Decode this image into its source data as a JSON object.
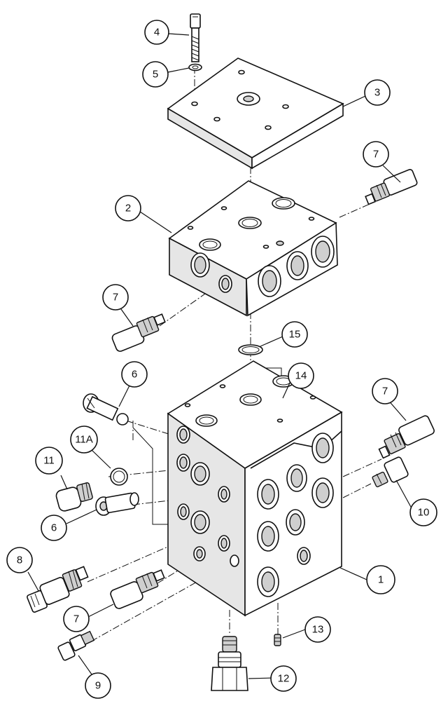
{
  "callouts": {
    "c1": "1",
    "c2": "2",
    "c3": "3",
    "c4": "4",
    "c5": "5",
    "c6a": "6",
    "c6b": "6",
    "c7a": "7",
    "c7b": "7",
    "c7c": "7",
    "c7d": "7",
    "c8": "8",
    "c9": "9",
    "c10": "10",
    "c11": "11",
    "c11a": "11A",
    "c12": "12",
    "c13": "13",
    "c14": "14",
    "c15": "15"
  }
}
